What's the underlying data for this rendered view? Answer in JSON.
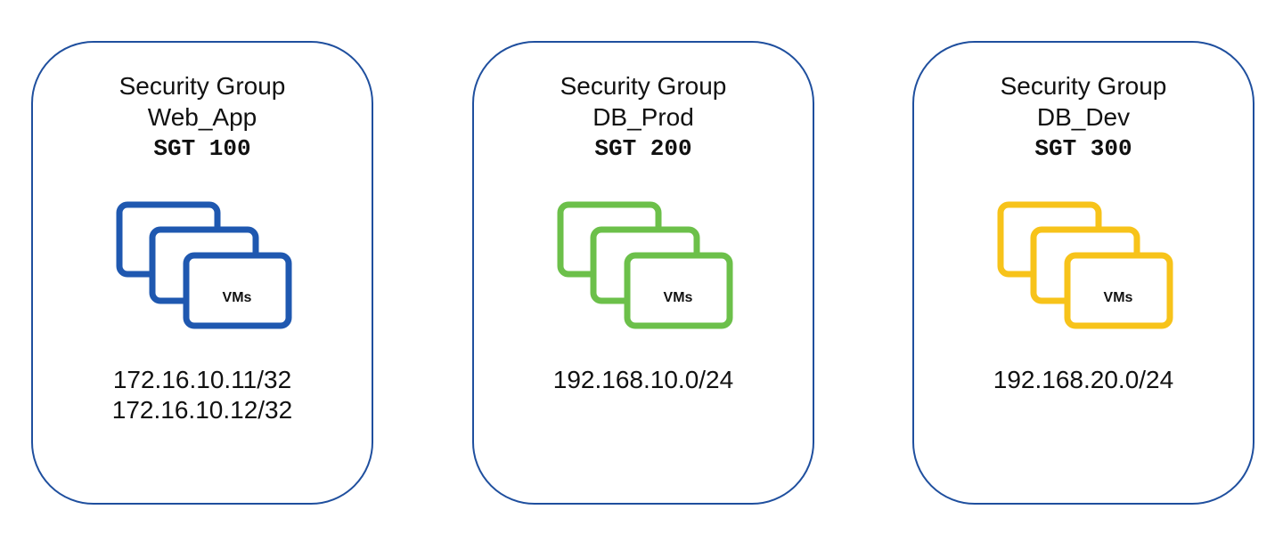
{
  "groups": [
    {
      "title": "Security Group",
      "name": "Web_App",
      "sgt": "SGT 100",
      "icon": "vm-stack-icon",
      "vm_label": "VMs",
      "color": "#1f58b0",
      "subnets": [
        "172.16.10.11/32",
        "172.16.10.12/32"
      ]
    },
    {
      "title": "Security Group",
      "name": "DB_Prod",
      "sgt": "SGT 200",
      "icon": "vm-stack-icon",
      "vm_label": "VMs",
      "color": "#6cc04a",
      "subnets": [
        "192.168.10.0/24"
      ]
    },
    {
      "title": "Security Group",
      "name": "DB_Dev",
      "sgt": "SGT 300",
      "icon": "vm-stack-icon",
      "vm_label": "VMs",
      "color": "#f7c31a",
      "subnets": [
        "192.168.20.0/24"
      ]
    }
  ],
  "border_color": "#1f4f9e"
}
